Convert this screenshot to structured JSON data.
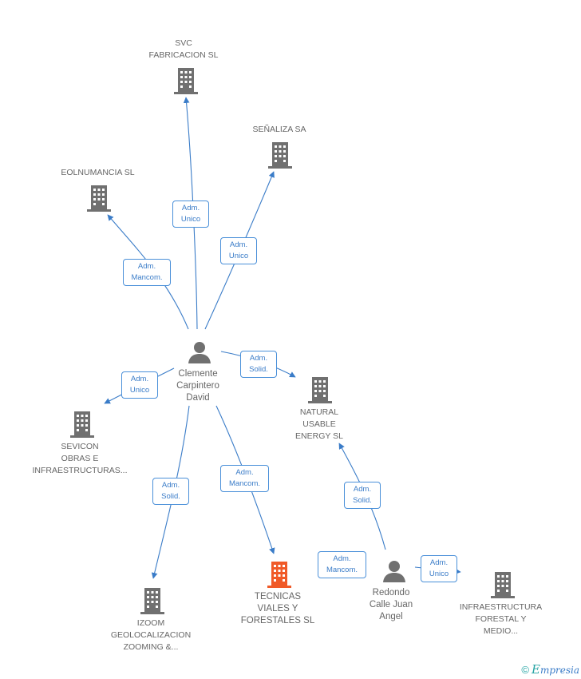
{
  "colors": {
    "edge": "#3a7cc8",
    "company_icon": "#707070",
    "company_icon_highlight": "#f05a28",
    "person_icon": "#707070"
  },
  "nodes": {
    "svc": {
      "label": "SVC\nFABRICACION SL",
      "icon": "building-icon"
    },
    "senaliza": {
      "label": "SEÑALIZA SA",
      "icon": "building-icon"
    },
    "eolnumancia": {
      "label": "EOLNUMANCIA SL",
      "icon": "building-icon"
    },
    "clemente": {
      "label": "Clemente\nCarpintero\nDavid",
      "icon": "person-icon"
    },
    "natural": {
      "label": "NATURAL\nUSABLE\nENERGY SL",
      "icon": "building-icon"
    },
    "sevicon": {
      "label": "SEVICON\nOBRAS E\nINFRAESTRUCTURAS...",
      "icon": "building-icon"
    },
    "izoom": {
      "label": "IZOOM\nGEOLOCALIZACION\nZOOMING &...",
      "icon": "building-icon"
    },
    "tecnicas": {
      "label": "TECNICAS\nVIALES Y\nFORESTALES SL",
      "icon": "building-icon"
    },
    "redondo": {
      "label": "Redondo\nCalle Juan\nAngel",
      "icon": "person-icon"
    },
    "infraestructura": {
      "label": "INFRAESTRUCTURA\nFORESTAL Y\nMEDIO...",
      "icon": "building-icon"
    }
  },
  "edges": {
    "clemente_svc": "Adm.\nUnico",
    "clemente_senaliza": "Adm.\nUnico",
    "clemente_eolnumancia": "Adm.\nMancom.",
    "clemente_natural": "Adm.\nSolid.",
    "clemente_sevicon": "Adm.\nUnico",
    "clemente_izoom": "Adm.\nSolid.",
    "clemente_tecnicas": "Adm.\nMancom.",
    "redondo_natural": "Adm.\nSolid.",
    "redondo_tecnicas": "Adm.\nMancom.",
    "redondo_infraestructura": "Adm.\nUnico"
  },
  "brand": {
    "copyright": "©",
    "initial": "E",
    "name": "mpresia"
  }
}
